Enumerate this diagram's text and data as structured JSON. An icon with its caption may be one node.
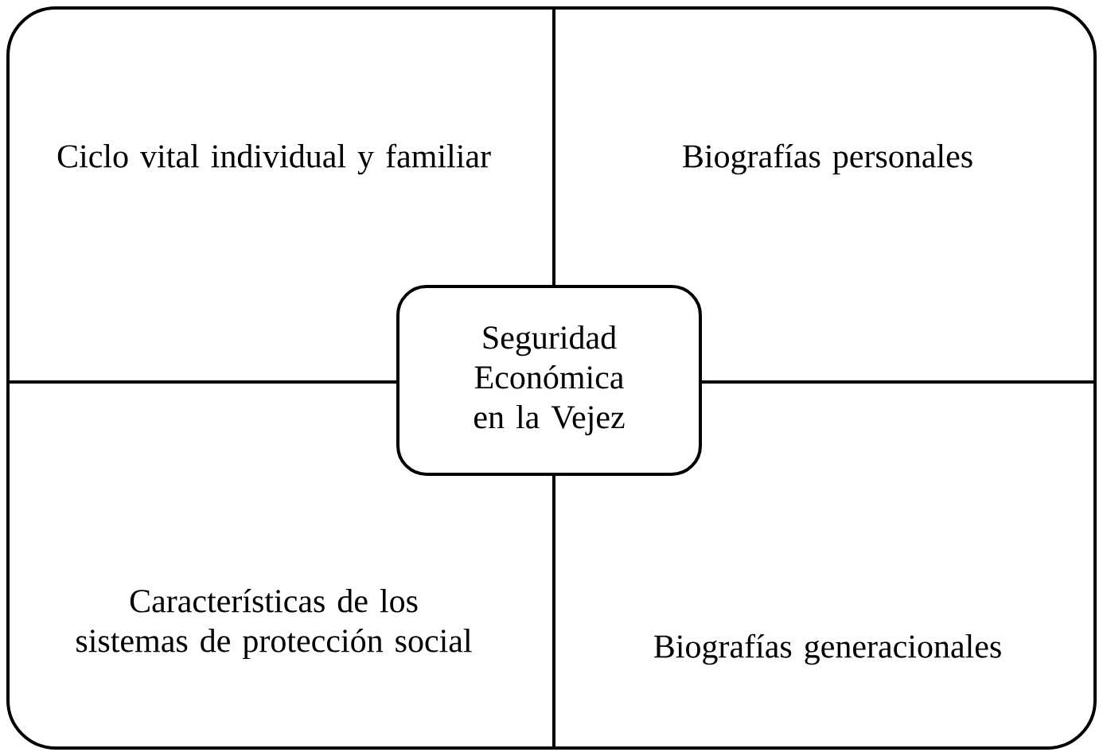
{
  "diagram": {
    "nodes": [
      {
        "text": [
          "Ciclo vital individual y familiar"
        ]
      },
      {
        "text": [
          "Biografías personales"
        ]
      },
      {
        "text": [
          "Características de los sistemas de protección social"
        ]
      },
      {
        "text": [
          "Biografías generacionales"
        ]
      },
      {
        "text": [
          "Seguridad Económica en la Vejez"
        ]
      }
    ]
  }
}
